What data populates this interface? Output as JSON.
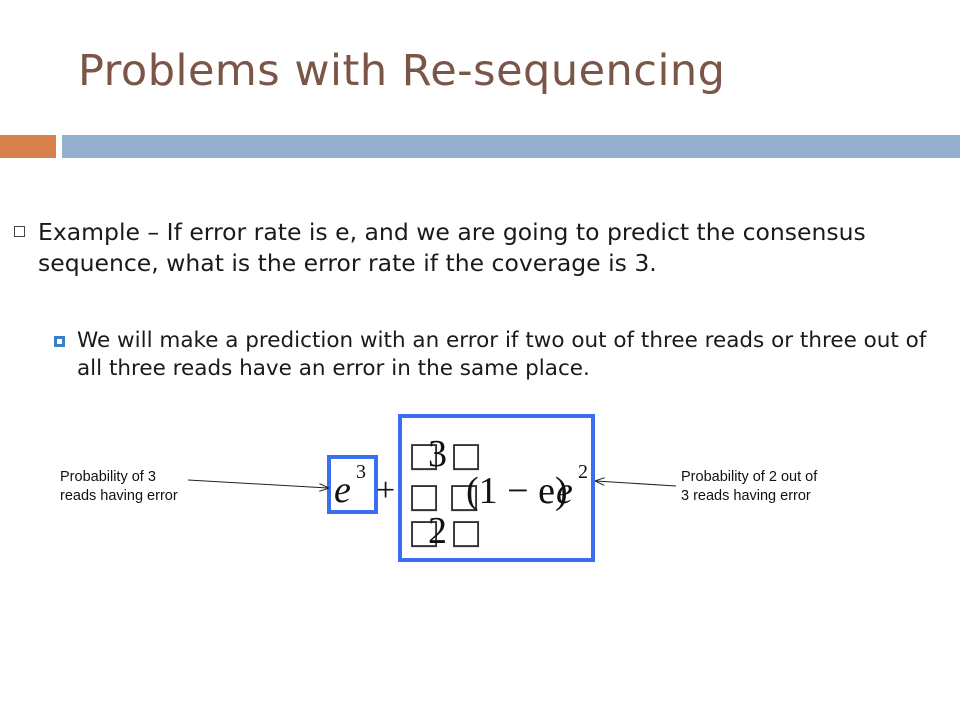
{
  "slide": {
    "title": "Problems with Re-sequencing",
    "bullet1": "Example – If error rate is e, and we are going to predict the consensus sequence, what is the error rate if the coverage is 3.",
    "bullet2": "We will make a prediction with an error if two out of three reads or three out of all three reads have an error in the same place."
  },
  "formula": {
    "e_term": "e",
    "exp3": "3",
    "plus": "+",
    "binom_top": "3",
    "binom_bottom": "2",
    "one_minus": "(1 − e)",
    "e_term2": "e",
    "exp2": "2",
    "missing_glyph": "□"
  },
  "annotations": {
    "left_line1": "Probability of 3",
    "left_line2": "reads having error",
    "right_line1": "Probability of 2 out of",
    "right_line2": "3 reads having error"
  },
  "colors": {
    "title": "#7a5548",
    "accent_orange": "#d9814a",
    "accent_blue": "#93b0cf",
    "highlight_box": "#3b6ef0"
  }
}
